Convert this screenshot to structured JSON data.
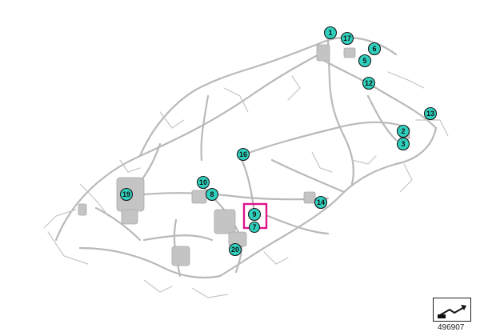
{
  "diagram": {
    "colors": {
      "callout_fill": "#2fd1be",
      "highlight": "#e0148b",
      "wire": "#b9b9b9"
    },
    "callouts": [
      "1",
      "17",
      "6",
      "5",
      "12",
      "13",
      "2",
      "3",
      "16",
      "10",
      "8",
      "19",
      "9",
      "7",
      "14",
      "20"
    ],
    "highlighted_callout": "9",
    "document_number": "496907",
    "orientation_icon": "car-orientation-arrow-icon"
  }
}
